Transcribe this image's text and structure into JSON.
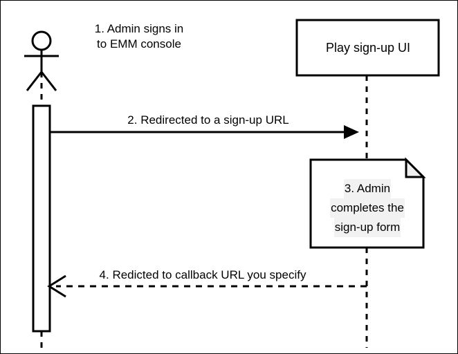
{
  "diagram": {
    "type": "uml-sequence-diagram",
    "background_color": "#ffffff",
    "line_color": "#000000",
    "note_fill": "#ffffff",
    "note_fold_fill": "#eeeeee",
    "text_highlight": "#f2f2f2",
    "actor": {
      "icon": "stick-figure-actor",
      "label_line1": "1. Admin signs in",
      "label_line2": "to EMM console",
      "label": "1. Admin signs in\nto EMM console"
    },
    "participant": {
      "label": "Play sign-up UI"
    },
    "messages": [
      {
        "number": "2",
        "label": "2. Redirected to a sign-up URL",
        "style": "solid",
        "arrowhead": "filled",
        "direction": "left-to-right"
      },
      {
        "number": "4",
        "label": "4. Redicted to callback URL you specify",
        "style": "dashed",
        "arrowhead": "open",
        "direction": "right-to-left"
      }
    ],
    "note": {
      "line1": "3. Admin",
      "line2": "completes the",
      "line3": "sign-up form",
      "label": "3. Admin completes the sign-up form"
    }
  }
}
